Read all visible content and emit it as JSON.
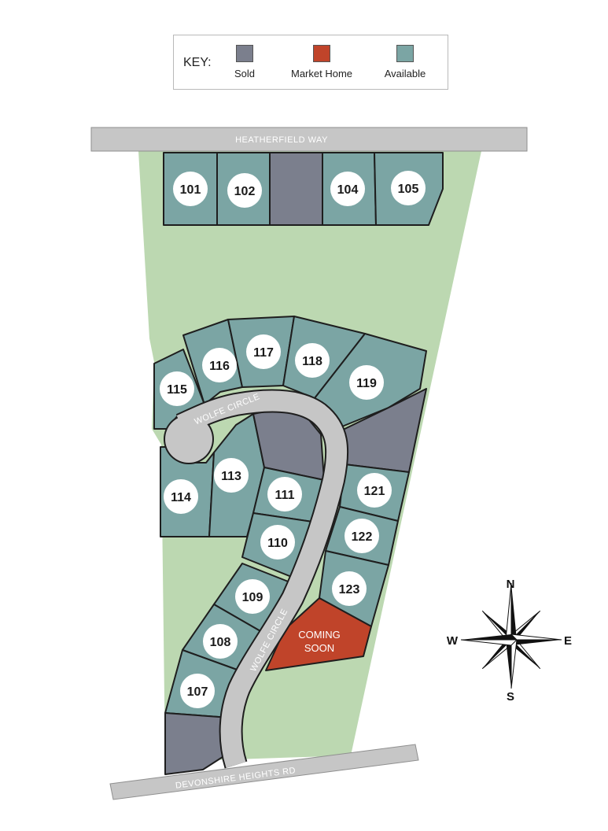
{
  "key": {
    "title": "KEY:",
    "items": [
      {
        "label": "Sold",
        "color": "#7b7f8d"
      },
      {
        "label": "Market Home",
        "color": "#c0442a"
      },
      {
        "label": "Available",
        "color": "#7ba5a4"
      }
    ]
  },
  "roads": {
    "north": "HEATHERFIELD WAY",
    "south": "DEVONSHIRE HEIGHTS RD",
    "circle_upper": "WOLFE CIRCLE",
    "circle_lower": "WOLFE CIRCLE"
  },
  "lots": {
    "l101": "101",
    "l102": "102",
    "l104": "104",
    "l105": "105",
    "l107": "107",
    "l108": "108",
    "l109": "109",
    "l110": "110",
    "l111": "111",
    "l113": "113",
    "l114": "114",
    "l115": "115",
    "l116": "116",
    "l117": "117",
    "l118": "118",
    "l119": "119",
    "l121": "121",
    "l122": "122",
    "l123": "123"
  },
  "lot_status": {
    "103": "Sold",
    "north_sold": "Sold",
    "center_sold": "Sold",
    "east_sold": "Sold",
    "southwest_sold": "Sold",
    "market": "Market Home"
  },
  "coming_soon": {
    "line1": "COMING",
    "line2": "SOON"
  },
  "compass": {
    "n": "N",
    "s": "S",
    "e": "E",
    "w": "W"
  },
  "colors": {
    "sold": "#7b7f8d",
    "market": "#c0442a",
    "available": "#7ba5a4",
    "green_space": "#bcd8b1",
    "road": "#c6c6c6"
  }
}
